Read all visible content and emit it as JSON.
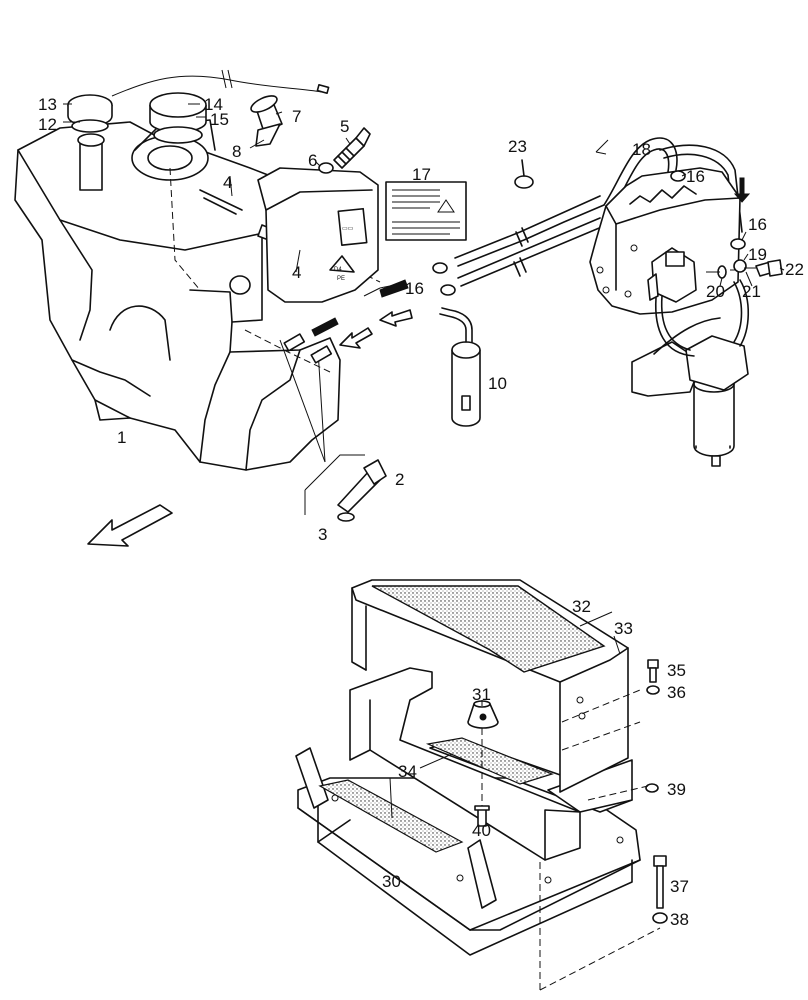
{
  "diagram": {
    "callouts": [
      {
        "id": "c1",
        "text": "1"
      },
      {
        "id": "c2",
        "text": "2"
      },
      {
        "id": "c3",
        "text": "3"
      },
      {
        "id": "c4a",
        "text": "4"
      },
      {
        "id": "c4b",
        "text": "4"
      },
      {
        "id": "c5",
        "text": "5"
      },
      {
        "id": "c6",
        "text": "6"
      },
      {
        "id": "c7",
        "text": "7"
      },
      {
        "id": "c8",
        "text": "8"
      },
      {
        "id": "c10",
        "text": "10"
      },
      {
        "id": "c12",
        "text": "12"
      },
      {
        "id": "c13",
        "text": "13"
      },
      {
        "id": "c14",
        "text": "14"
      },
      {
        "id": "c15",
        "text": "15"
      },
      {
        "id": "c16a",
        "text": "16"
      },
      {
        "id": "c16b",
        "text": "16"
      },
      {
        "id": "c16c",
        "text": "16"
      },
      {
        "id": "c17",
        "text": "17"
      },
      {
        "id": "c18",
        "text": "18"
      },
      {
        "id": "c19",
        "text": "19"
      },
      {
        "id": "c20",
        "text": "20"
      },
      {
        "id": "c21",
        "text": "21"
      },
      {
        "id": "c22",
        "text": "22"
      },
      {
        "id": "c23",
        "text": "23"
      },
      {
        "id": "c30",
        "text": "30"
      },
      {
        "id": "c31",
        "text": "31"
      },
      {
        "id": "c32",
        "text": "32"
      },
      {
        "id": "c33",
        "text": "33"
      },
      {
        "id": "c34",
        "text": "34"
      },
      {
        "id": "c35",
        "text": "35"
      },
      {
        "id": "c36",
        "text": "36"
      },
      {
        "id": "c37",
        "text": "37"
      },
      {
        "id": "c38",
        "text": "38"
      },
      {
        "id": "c39",
        "text": "39"
      },
      {
        "id": "c40",
        "text": "40"
      }
    ],
    "tank_emblem": "D4",
    "tank_emblem_sub": "PE"
  }
}
